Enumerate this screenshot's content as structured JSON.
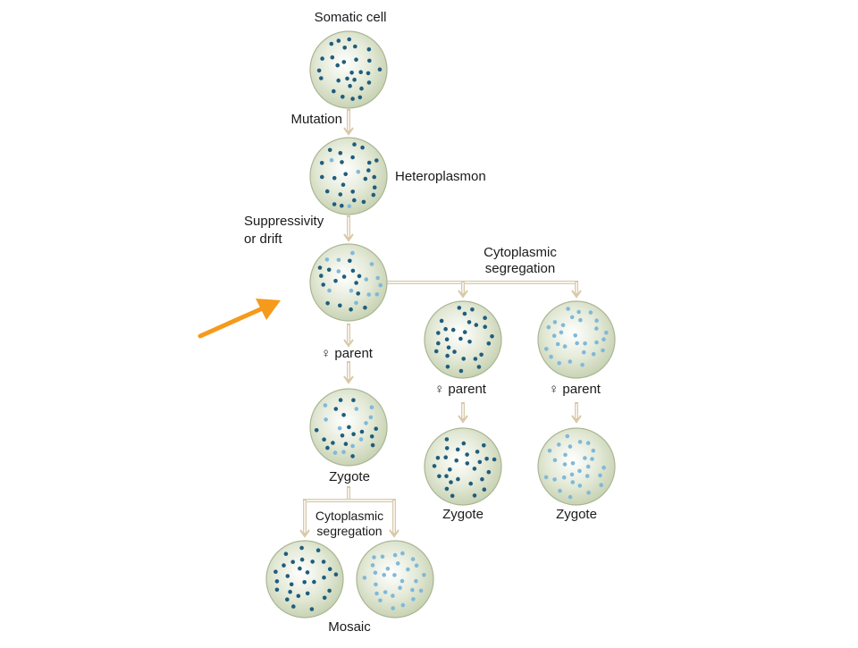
{
  "labels": {
    "somatic": "Somatic cell",
    "mutation": "Mutation",
    "heteroplasmon": "Heteroplasmon",
    "suppressivity_1": "Suppressivity",
    "suppressivity_2": "or drift",
    "seg_top_1": "Cytoplasmic",
    "seg_top_2": "segregation",
    "parent_left": "♀ parent",
    "parent_mid": "♀ parent",
    "parent_right": "♀ parent",
    "zygote_left": "Zygote",
    "zygote_mid": "Zygote",
    "zygote_right": "Zygote",
    "seg_bottom_1": "Cytoplasmic",
    "seg_bottom_2": "segregation",
    "mosaic": "Mosaic"
  },
  "cells": [
    {
      "id": "somatic",
      "mutant_fraction": 0.0
    },
    {
      "id": "heteroplasmon",
      "mutant_fraction": 0.1
    },
    {
      "id": "after-drift",
      "mutant_fraction": 0.45
    },
    {
      "id": "left-zygote",
      "mutant_fraction": 0.4
    },
    {
      "id": "mid-parent",
      "mutant_fraction": 0.0
    },
    {
      "id": "right-parent",
      "mutant_fraction": 1.0
    },
    {
      "id": "mid-zygote",
      "mutant_fraction": 0.0
    },
    {
      "id": "right-zygote",
      "mutant_fraction": 1.0
    },
    {
      "id": "mosaic-left",
      "mutant_fraction": 0.0
    },
    {
      "id": "mosaic-right",
      "mutant_fraction": 1.0
    }
  ],
  "colors": {
    "cell_fill": "#cfd9bd",
    "cell_edge": "#aab593",
    "wild_type_dot": "#1f5d7e",
    "mutant_dot": "#7fb9d9",
    "arrow": "#d9c9a8",
    "pointer": "#f59a1b"
  }
}
